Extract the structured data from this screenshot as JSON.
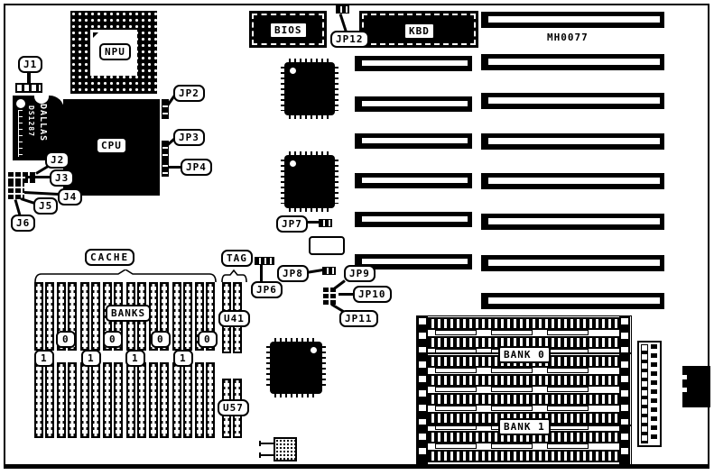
{
  "part_number": "MH0077",
  "chips": {
    "npu": "NPU",
    "cpu": "CPU",
    "bios": "BIOS",
    "kbd": "KBD",
    "rtc_brand": "DALLAS",
    "rtc_model": "DS1287"
  },
  "connectors": {
    "j1": "J1",
    "j2": "J2",
    "j3": "J3",
    "j4": "J4",
    "j5": "J5",
    "j6": "J6"
  },
  "jumpers": {
    "jp2": "JP2",
    "jp3": "JP3",
    "jp4": "JP4",
    "jp6": "JP6",
    "jp7": "JP7",
    "jp8": "JP8",
    "jp9": "JP9",
    "jp10": "JP10",
    "jp11": "JP11",
    "jp12": "JP12"
  },
  "memory": {
    "cache": "CACHE",
    "tag": "TAG",
    "banks": "BANKS",
    "row0": "0",
    "row1": "1",
    "u41": "U41",
    "u57": "U57",
    "bank0": "BANK 0",
    "bank1": "BANK 1"
  }
}
